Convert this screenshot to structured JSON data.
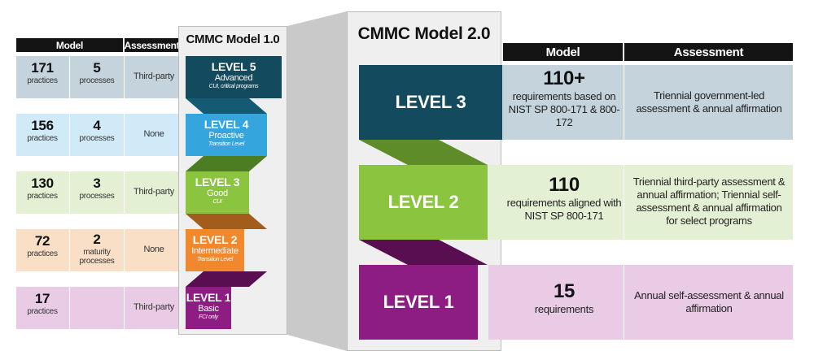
{
  "left_header": {
    "model": "Model",
    "assessment": "Assessment"
  },
  "v1_title": "CMMC Model 1.0",
  "v2_title": "CMMC Model 2.0",
  "v1_rows": [
    {
      "practices": "171",
      "practices_label": "practices",
      "processes": "5",
      "processes_label": "processes",
      "assessment": "Third-party",
      "level": "LEVEL 5",
      "name": "Advanced",
      "desc": "CUI, critical programs",
      "color": "#144a5e"
    },
    {
      "practices": "156",
      "practices_label": "practices",
      "processes": "4",
      "processes_label": "processes",
      "assessment": "None",
      "level": "LEVEL 4",
      "name": "Proactive",
      "desc": "Transition Level",
      "color": "#34a5dd"
    },
    {
      "practices": "130",
      "practices_label": "practices",
      "processes": "3",
      "processes_label": "processes",
      "assessment": "Third-party",
      "level": "LEVEL 3",
      "name": "Good",
      "desc": "CUI",
      "color": "#8bc53f"
    },
    {
      "practices": "72",
      "practices_label": "practices",
      "processes": "2",
      "processes_label": "maturity processes",
      "assessment": "None",
      "level": "LEVEL 2",
      "name": "Intermediate",
      "desc": "Transition Level",
      "color": "#f0892d"
    },
    {
      "practices": "17",
      "practices_label": "practices",
      "processes": "",
      "processes_label": "",
      "assessment": "Third-party",
      "level": "LEVEL 1",
      "name": "Basic",
      "desc": "FCI only",
      "color": "#8e1d83"
    }
  ],
  "right_header": {
    "model": "Model",
    "assessment": "Assessment"
  },
  "v2_rows": [
    {
      "level": "LEVEL 3",
      "count": "110+",
      "requirements": "requirements based on NIST SP 800-171 & 800-172",
      "assessment": "Triennial government-led assessment & annual affirmation",
      "color": "#144a5e"
    },
    {
      "level": "LEVEL 2",
      "count": "110",
      "requirements": "requirements aligned with NIST SP 800-171",
      "assessment": "Triennial third-party assessment & annual affirmation; Triennial self-assessment & annual affirmation for select programs",
      "color": "#8bc53f"
    },
    {
      "level": "LEVEL 1",
      "count": "15",
      "requirements": "requirements",
      "assessment": "Annual self-assessment & annual affirmation",
      "color": "#8e1d83"
    }
  ]
}
